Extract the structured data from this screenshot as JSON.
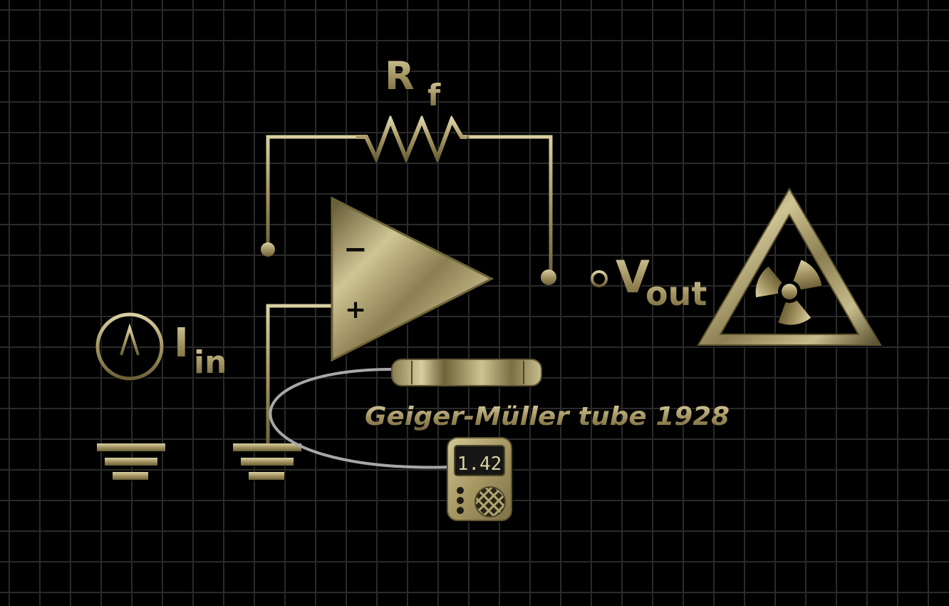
{
  "labels": {
    "rf_main": "R",
    "rf_sub": "f",
    "minus": "−",
    "plus": "+",
    "vout_main": "V",
    "vout_sub": "out",
    "iin_main": "I",
    "iin_sub": "in",
    "tube_caption": "Geiger-Müller tube 1928",
    "meter_reading": "1.42"
  },
  "icons": {
    "source": "current-source-icon",
    "hazard": "radiation-hazard-icon",
    "meter": "radiation-meter-icon"
  },
  "colors": {
    "background": "#000000",
    "grid": "#2a2a2a",
    "gold_light": "#d8cfa0",
    "gold_mid": "#a89a68",
    "gold_dark": "#4f4628",
    "lcd_text": "#d8cfa0",
    "lcd_background": "#121212"
  }
}
